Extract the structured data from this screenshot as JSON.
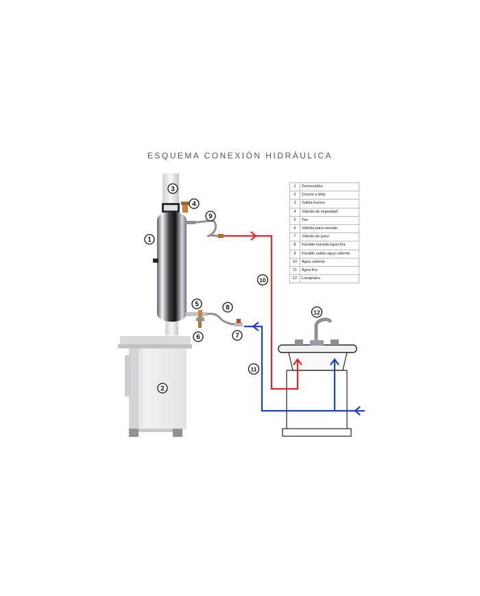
{
  "title": "ESQUEMA CONEXIÓN HIDRÁULICA",
  "legend": [
    {
      "num": "1",
      "label": "Termocañón"
    },
    {
      "num": "2",
      "label": "Cocina a leña"
    },
    {
      "num": "3",
      "label": "Salida humos"
    },
    {
      "num": "4",
      "label": "Válvula de seguridad"
    },
    {
      "num": "5",
      "label": "Tee"
    },
    {
      "num": "6",
      "label": "Válvula para vaciado"
    },
    {
      "num": "7",
      "label": "Válvula de paso"
    },
    {
      "num": "8",
      "label": "Flexible entrada agua fría"
    },
    {
      "num": "9",
      "label": "Flexible salida agua caliente"
    },
    {
      "num": "10",
      "label": "Agua caliente"
    },
    {
      "num": "11",
      "label": "Agua fría"
    },
    {
      "num": "12",
      "label": "Lavaplatos"
    }
  ],
  "callouts": [
    "1",
    "2",
    "3",
    "4",
    "5",
    "6",
    "7",
    "8",
    "9",
    "10",
    "11",
    "12"
  ],
  "colors": {
    "hot_water": "#e3262a",
    "cold_water": "#1a3fd1",
    "steel": "#9aa0a6",
    "stove": "#e8e8e8"
  }
}
